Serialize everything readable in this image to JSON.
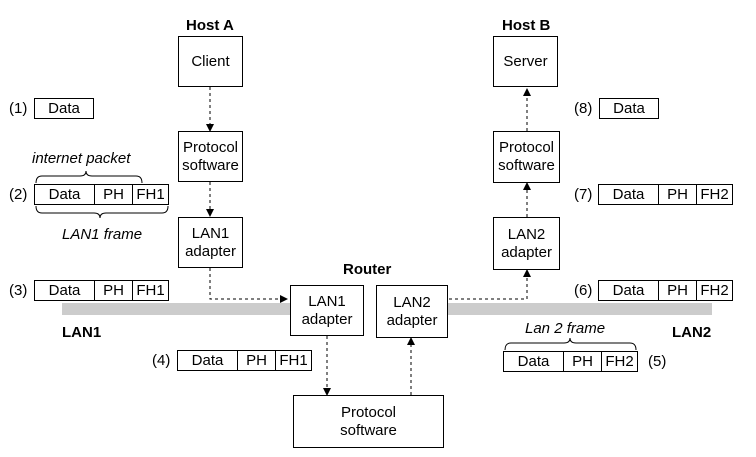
{
  "hosts": {
    "a_title": "Host A",
    "b_title": "Host B",
    "router_title": "Router"
  },
  "boxes": {
    "client": "Client",
    "server": "Server",
    "protocol_line1": "Protocol",
    "protocol_line2": "software",
    "lan1": "LAN1",
    "lan2": "LAN2",
    "adapter": "adapter"
  },
  "networks": {
    "lan1": "LAN1",
    "lan2": "LAN2"
  },
  "steps": {
    "s1": "(1)",
    "s2": "(2)",
    "s3": "(3)",
    "s4": "(4)",
    "s5": "(5)",
    "s6": "(6)",
    "s7": "(7)",
    "s8": "(8)"
  },
  "frames": {
    "data": "Data",
    "ph": "PH",
    "fh1": "FH1",
    "fh2": "FH2"
  },
  "annotations": {
    "internet_packet": "internet packet",
    "lan1_frame": "LAN1 frame",
    "lan2_frame": "Lan 2 frame"
  }
}
